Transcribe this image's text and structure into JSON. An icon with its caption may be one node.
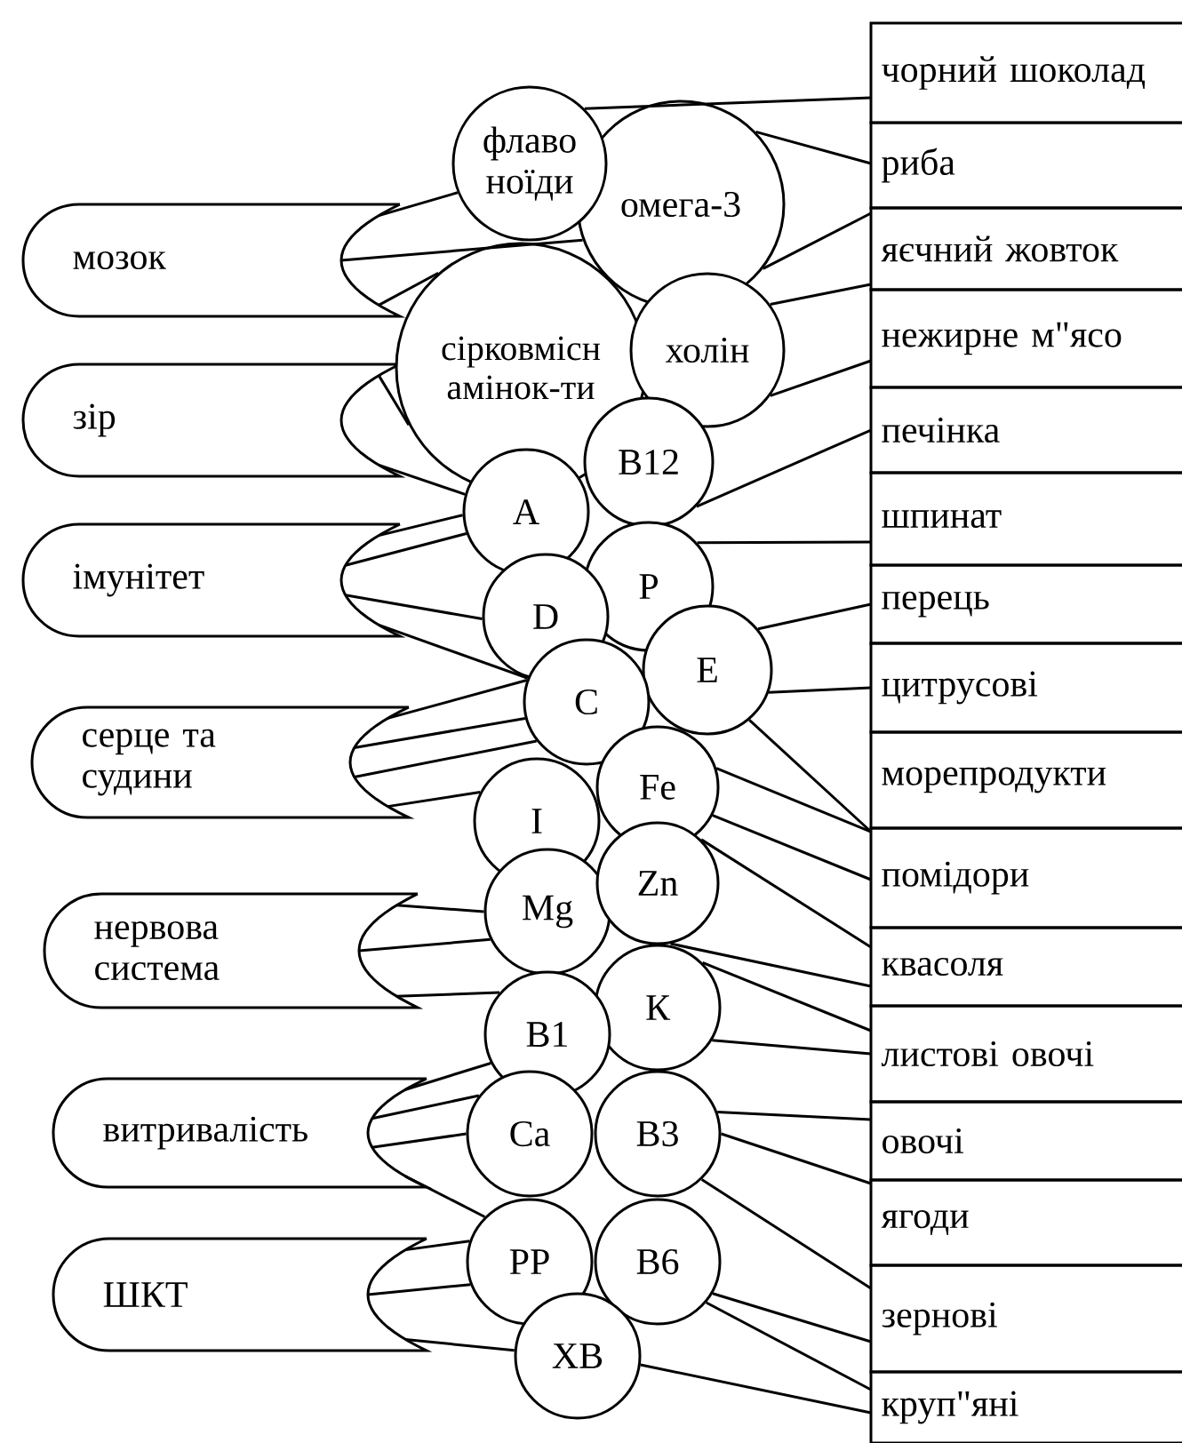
{
  "diagram": {
    "nodes": [
      {
        "text": [
          "мозок"
        ]
      },
      {
        "text": [
          "зір"
        ]
      },
      {
        "text": [
          "імунітет"
        ]
      },
      {
        "text": [
          "серце та судини"
        ]
      },
      {
        "text": [
          "нервова система"
        ]
      },
      {
        "text": [
          "витривалість"
        ]
      },
      {
        "text": [
          "ШКТ"
        ]
      },
      {
        "text": [
          "флаво ноїди"
        ]
      },
      {
        "text": [
          "омега-3"
        ]
      },
      {
        "text": [
          "сірковмісн амінок-ти"
        ]
      },
      {
        "text": [
          "холін"
        ]
      },
      {
        "text": [
          "B12"
        ]
      },
      {
        "text": [
          "A"
        ]
      },
      {
        "text": [
          "P"
        ]
      },
      {
        "text": [
          "D"
        ]
      },
      {
        "text": [
          "E"
        ]
      },
      {
        "text": [
          "C"
        ]
      },
      {
        "text": [
          "Fe"
        ]
      },
      {
        "text": [
          "I"
        ]
      },
      {
        "text": [
          "Zn"
        ]
      },
      {
        "text": [
          "Mg"
        ]
      },
      {
        "text": [
          "К"
        ]
      },
      {
        "text": [
          "B1"
        ]
      },
      {
        "text": [
          "Ca"
        ]
      },
      {
        "text": [
          "B3"
        ]
      },
      {
        "text": [
          "PP"
        ]
      },
      {
        "text": [
          "B6"
        ]
      },
      {
        "text": [
          "ХВ"
        ]
      },
      {
        "text": [
          "чорний шоколад"
        ]
      },
      {
        "text": [
          "риба"
        ]
      },
      {
        "text": [
          "яєчний жовток"
        ]
      },
      {
        "text": [
          "нежирне м\"ясо"
        ]
      },
      {
        "text": [
          "печінка"
        ]
      },
      {
        "text": [
          "шпинат"
        ]
      },
      {
        "text": [
          "перець"
        ]
      },
      {
        "text": [
          "цитрусові"
        ]
      },
      {
        "text": [
          "морепродукти"
        ]
      },
      {
        "text": [
          "помідори"
        ]
      },
      {
        "text": [
          "квасоля"
        ]
      },
      {
        "text": [
          "листові овочі"
        ]
      },
      {
        "text": [
          "овочі"
        ]
      },
      {
        "text": [
          "ягоди"
        ]
      },
      {
        "text": [
          "зернові"
        ]
      },
      {
        "text": [
          "круп\"яні"
        ]
      }
    ],
    "edges": [
      {
        "from": 0,
        "to": 7,
        "arrow": "none"
      },
      {
        "from": 0,
        "to": 8,
        "arrow": "none"
      },
      {
        "from": 0,
        "to": 9,
        "arrow": "none"
      },
      {
        "from": 1,
        "to": 9,
        "arrow": "none"
      },
      {
        "from": 1,
        "to": 12,
        "arrow": "none"
      },
      {
        "from": 2,
        "to": 12,
        "arrow": "none"
      },
      {
        "from": 2,
        "to": 12,
        "arrow": "none"
      },
      {
        "from": 2,
        "to": 14,
        "arrow": "none"
      },
      {
        "from": 2,
        "to": 16,
        "arrow": "none"
      },
      {
        "from": 3,
        "to": 16,
        "arrow": "none"
      },
      {
        "from": 3,
        "to": 16,
        "arrow": "none"
      },
      {
        "from": 3,
        "to": 16,
        "arrow": "none"
      },
      {
        "from": 3,
        "to": 18,
        "arrow": "none"
      },
      {
        "from": 4,
        "to": 20,
        "arrow": "none"
      },
      {
        "from": 4,
        "to": 20,
        "arrow": "none"
      },
      {
        "from": 4,
        "to": 22,
        "arrow": "none"
      },
      {
        "from": 5,
        "to": 22,
        "arrow": "none"
      },
      {
        "from": 5,
        "to": 23,
        "arrow": "none"
      },
      {
        "from": 5,
        "to": 23,
        "arrow": "none"
      },
      {
        "from": 5,
        "to": 25,
        "arrow": "none"
      },
      {
        "from": 6,
        "to": 25,
        "arrow": "none"
      },
      {
        "from": 6,
        "to": 25,
        "arrow": "none"
      },
      {
        "from": 6,
        "to": 27,
        "arrow": "none"
      },
      {
        "from": 7,
        "to": 28,
        "arrow": "none"
      },
      {
        "from": 8,
        "to": 29,
        "arrow": "none"
      },
      {
        "from": 8,
        "to": 30,
        "arrow": "none"
      },
      {
        "from": 10,
        "to": 30,
        "arrow": "none"
      },
      {
        "from": 10,
        "to": 31,
        "arrow": "none"
      },
      {
        "from": 11,
        "to": 32,
        "arrow": "none"
      },
      {
        "from": 13,
        "to": 33,
        "arrow": "none"
      },
      {
        "from": 15,
        "to": 34,
        "arrow": "none"
      },
      {
        "from": 15,
        "to": 35,
        "arrow": "none"
      },
      {
        "from": 15,
        "to": 36,
        "arrow": "none"
      },
      {
        "from": 17,
        "to": 36,
        "arrow": "none"
      },
      {
        "from": 17,
        "to": 37,
        "arrow": "none"
      },
      {
        "from": 19,
        "to": 38,
        "arrow": "none"
      },
      {
        "from": 19,
        "to": 38,
        "arrow": "none"
      },
      {
        "from": 21,
        "to": 39,
        "arrow": "none"
      },
      {
        "from": 21,
        "to": 39,
        "arrow": "none"
      },
      {
        "from": 24,
        "to": 40,
        "arrow": "none"
      },
      {
        "from": 24,
        "to": 41,
        "arrow": "none"
      },
      {
        "from": 24,
        "to": 42,
        "arrow": "none"
      },
      {
        "from": 26,
        "to": 42,
        "arrow": "none"
      },
      {
        "from": 26,
        "to": 43,
        "arrow": "none"
      },
      {
        "from": 27,
        "to": 43,
        "arrow": "none"
      }
    ]
  }
}
